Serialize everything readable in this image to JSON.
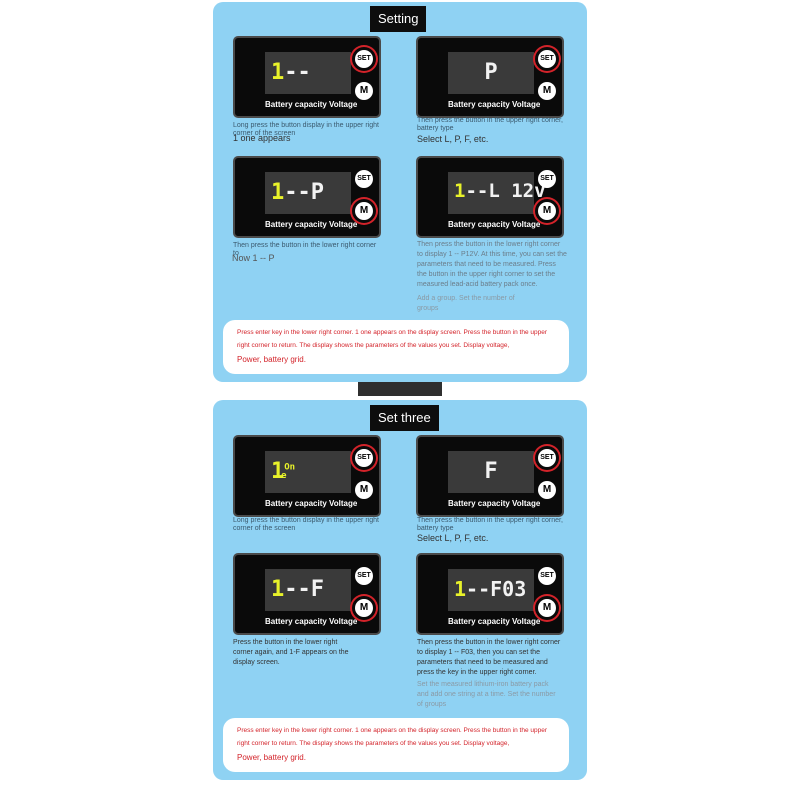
{
  "section1": {
    "title": "Setting",
    "devices": [
      {
        "display_yellow": "1",
        "display_white": "--",
        "label": "Battery capacity Voltage",
        "set": "SET",
        "m": "M"
      },
      {
        "display_white": "P",
        "label": "Battery capacity Voltage",
        "set": "SET",
        "m": "M"
      },
      {
        "display_yellow": "1",
        "display_white": "--P",
        "label": "Battery capacity Voltage",
        "set": "SET",
        "m": "M"
      },
      {
        "display_yellow": "1",
        "display_white": "--L 12v",
        "label": "Battery capacity Voltage",
        "set": "SET",
        "m": "M"
      }
    ],
    "cap1_small": "Long press the button display in the upper right corner of the screen",
    "cap1_main": "1 one appears",
    "cap2_small": "Then press the button in the upper right corner, battery type",
    "cap2_main": "Select L, P, F, etc.",
    "cap3_small": "Then press the button in the lower right corner to",
    "cap3_main": "Now 1 -- P",
    "cap4_text": "Then press the button in the lower right corner to display 1 -- P12V. At this time, you can set the parameters that need to be measured. Press the button in the upper right corner to set the measured lead-acid battery pack once.",
    "cap4_extra": "Add a group. Set the number of groups",
    "note_line": "Press enter key in the lower right corner. 1 one appears on the display screen. Press the button in the upper right corner to return. The display shows the parameters of the values you set. Display voltage,",
    "note_end": "Power, battery grid."
  },
  "section2": {
    "title": "Set three",
    "devices": [
      {
        "display_yellow": "1",
        "display_sup": "On",
        "display_sub": "e",
        "label": "Battery capacity Voltage",
        "set": "SET",
        "m": "M"
      },
      {
        "display_white": "F",
        "label": "Battery capacity Voltage",
        "set": "SET",
        "m": "M"
      },
      {
        "display_yellow": "1",
        "display_white": "--F",
        "label": "Battery capacity Voltage",
        "set": "SET",
        "m": "M"
      },
      {
        "display_yellow": "1",
        "display_white": "--F03",
        "label": "Battery capacity Voltage",
        "set": "SET",
        "m": "M"
      }
    ],
    "cap1_small": "Long press the button display in the upper right corner of the screen",
    "cap2_small": "Then press the button in the upper right corner, battery type",
    "cap2_main": "Select L, P, F, etc.",
    "cap3_text": "Press the button in the lower right corner again, and 1-F appears on the display screen.",
    "cap4_text": "Then press the button in the lower right corner to display 1 -- F03, then you can set the parameters that need to be measured and press the key in the upper right corner.",
    "cap4_extra": "Set the measured lithium-iron battery pack and add one string at a time. Set the number of groups",
    "note_line": "Press enter key in the lower right corner. 1 one appears on the display screen. Press the button in the upper right corner to return. The display shows the parameters of the values you set. Display voltage,",
    "note_end": "Power, battery grid."
  }
}
